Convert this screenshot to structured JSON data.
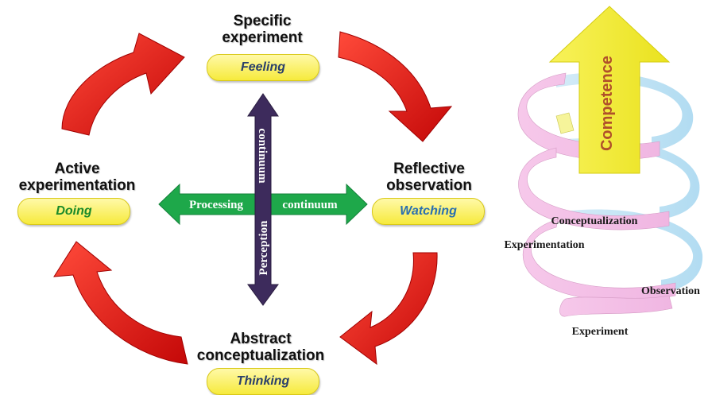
{
  "cycle": {
    "top": {
      "title_line1": "Specific",
      "title_line2": "experiment",
      "mode": "Feeling"
    },
    "right": {
      "title_line1": "Reflective",
      "title_line2": "observation",
      "mode": "Watching"
    },
    "bottom": {
      "title_line1": "Abstract",
      "title_line2": "conceptualization",
      "mode": "Thinking"
    },
    "left": {
      "title_line1": "Active",
      "title_line2": "experimentation",
      "mode": "Doing"
    }
  },
  "axes": {
    "processing_label": "Processing",
    "processing_continuum": "continuum",
    "perception_label": "Perception",
    "perception_continuum": "continuum"
  },
  "spiral": {
    "arrow_label": "Competence",
    "labels": {
      "conceptualization": "Conceptualization",
      "experimentation": "Experimentation",
      "observation": "Observation",
      "experiment": "Experiment"
    }
  },
  "colors": {
    "pill_mode_text": "#2a6fb0",
    "pill_mode_text_alt": "#1a8a2a",
    "pill_mode_text_dark": "#2a3f6a",
    "cycle_arrow": "#e81818",
    "processing_arrow": "#1ea84a",
    "perception_arrow": "#3d2b5c",
    "competence_arrow": "#f4f23a",
    "competence_text": "#b0502a"
  }
}
